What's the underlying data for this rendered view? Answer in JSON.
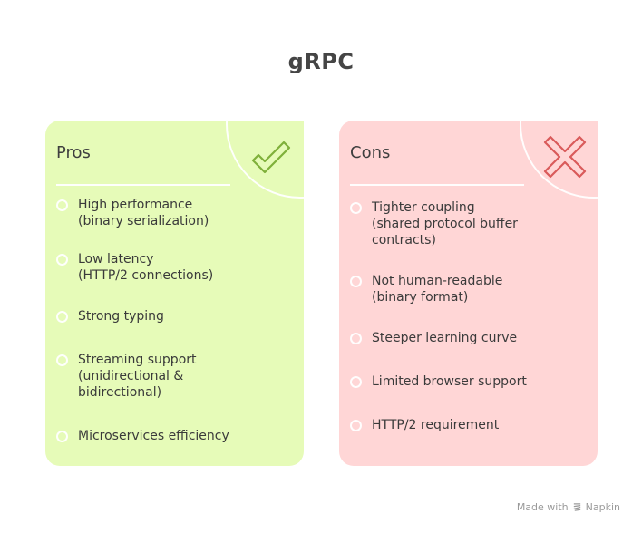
{
  "title": "gRPC",
  "colors": {
    "pros_bg": "#e6fbb8",
    "pros_icon": "#7fb03a",
    "cons_bg": "#ffd6d6",
    "cons_icon": "#d95a5a",
    "text": "#3d3d3d"
  },
  "pros": {
    "heading": "Pros",
    "icon": "checkmark-icon",
    "items": [
      {
        "line1": "High performance",
        "line2": "(binary serialization)",
        "line3": ""
      },
      {
        "line1": "Low latency",
        "line2": "(HTTP/2 connections)",
        "line3": ""
      },
      {
        "line1": "Strong typing",
        "line2": "",
        "line3": ""
      },
      {
        "line1": "Streaming support",
        "line2": "(unidirectional &",
        "line3": "bidirectional)"
      },
      {
        "line1": "Microservices efficiency",
        "line2": "",
        "line3": ""
      }
    ]
  },
  "cons": {
    "heading": "Cons",
    "icon": "x-mark-icon",
    "items": [
      {
        "line1": "Tighter coupling",
        "line2": "(shared protocol buffer",
        "line3": "contracts)"
      },
      {
        "line1": "Not human-readable",
        "line2": "(binary format)",
        "line3": ""
      },
      {
        "line1": "Steeper learning curve",
        "line2": "",
        "line3": ""
      },
      {
        "line1": "Limited browser support",
        "line2": "",
        "line3": ""
      },
      {
        "line1": "HTTP/2 requirement",
        "line2": "",
        "line3": ""
      }
    ]
  },
  "footer": {
    "made_with": "Made with",
    "brand": "Napkin"
  }
}
